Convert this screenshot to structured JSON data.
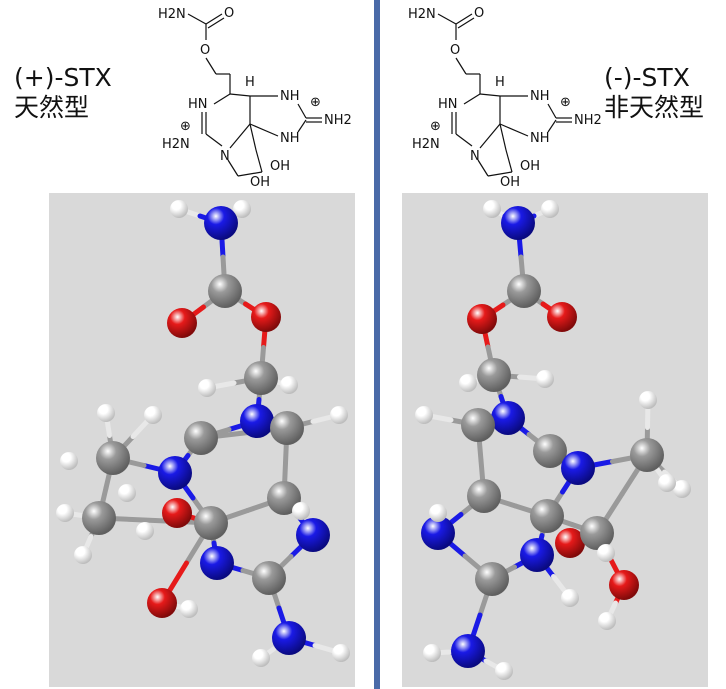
{
  "left": {
    "label_line1": "(+)-STX",
    "label_line2": "天然型",
    "structure": {
      "H2N_top": "H2N",
      "O_top": "O",
      "O_ester": "O",
      "H": "H",
      "HN": "HN",
      "NH_right": "NH",
      "plus1": "⊕",
      "NH2": "NH2",
      "plus2": "⊕",
      "H2N_bottom": "H2N",
      "N": "N",
      "NH_lower": "NH",
      "OH1": "OH",
      "OH2": "OH"
    }
  },
  "right": {
    "label_line1": "(-)-STX",
    "label_line2": "非天然型",
    "structure": {
      "H2N_top": "H2N",
      "O_top": "O",
      "O_ester": "O",
      "H": "H",
      "HN": "HN",
      "NH_right": "NH",
      "plus1": "⊕",
      "NH2": "NH2",
      "plus2": "⊕",
      "H2N_bottom": "H2N",
      "N": "N",
      "NH_lower": "NH",
      "OH1": "OH",
      "OH2": "OH"
    }
  },
  "colors": {
    "carbon": "#9a9a9a",
    "nitrogen": "#1a1ae6",
    "oxygen": "#e61a1a",
    "hydrogen": "#ffffff",
    "panel": "#d9d9d9",
    "divider": "#4a6aa8"
  }
}
